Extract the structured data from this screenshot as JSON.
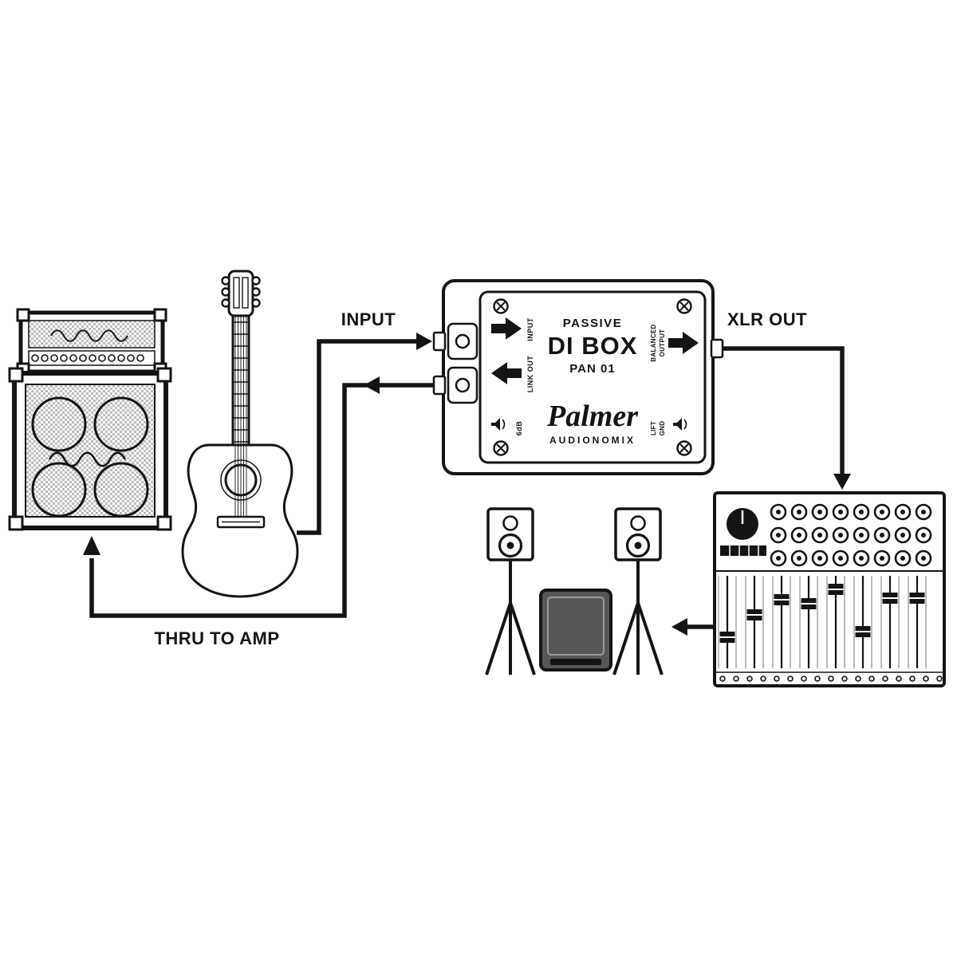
{
  "colors": {
    "ink": "#141414",
    "bg": "#ffffff",
    "grille": "#bdbdbd",
    "sub_fill": "#575757"
  },
  "labels": {
    "input": "INPUT",
    "xlr_out": "XLR OUT",
    "thru_to_amp": "THRU TO AMP"
  },
  "di_box": {
    "passive": "PASSIVE",
    "title": "DI BOX",
    "model": "PAN 01",
    "brand": "Palmer",
    "brand_sub": "AUDIONOMIX",
    "ports": {
      "input": "INPUT",
      "link_out": "LINK OUT",
      "balanced": [
        "BALANCED",
        "OUTPUT"
      ],
      "pad": "6dB",
      "lift_gnd": [
        "LIFT",
        "GND"
      ]
    }
  }
}
